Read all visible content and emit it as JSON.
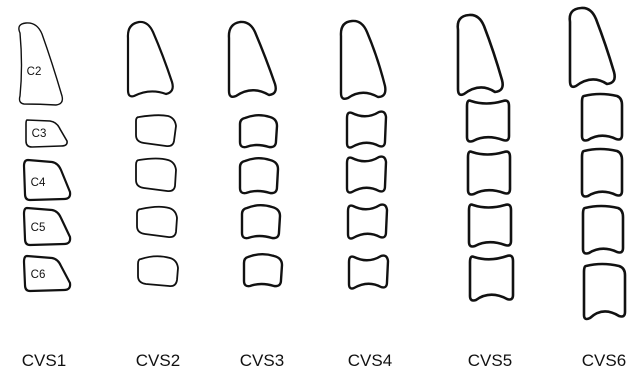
{
  "stages": [
    {
      "label": "CVS1"
    },
    {
      "label": "CVS2"
    },
    {
      "label": "CVS3"
    },
    {
      "label": "CVS4"
    },
    {
      "label": "CVS5"
    },
    {
      "label": "CVS6"
    }
  ],
  "vertebra_labels": [
    "C2",
    "C3",
    "C4",
    "C5",
    "C6"
  ],
  "colors": {
    "outline": "#111111",
    "background": "#ffffff"
  }
}
